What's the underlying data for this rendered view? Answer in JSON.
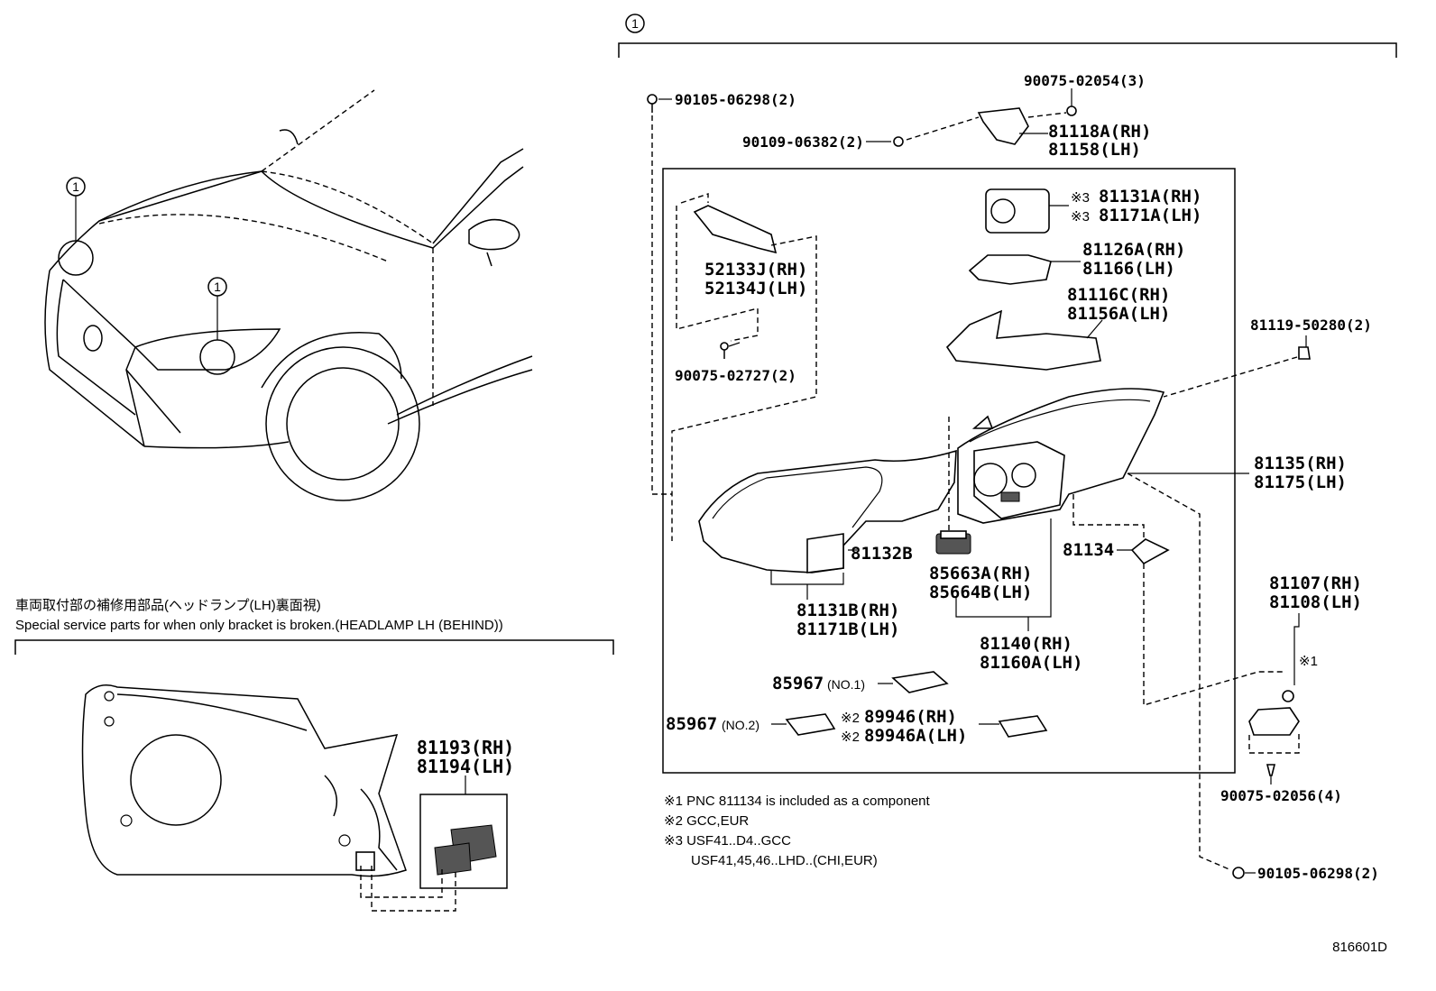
{
  "callout_number": "1",
  "ref_diagram_id": "816601D",
  "bracket_section": {
    "title_jp": "車両取付部の補修用部品(ヘッドランプ(LH)裏面視)",
    "title_en": "Special service parts for when only bracket is broken.(HEADLAMP LH (BEHIND))",
    "parts": [
      "81193(RH)",
      "81194(LH)"
    ]
  },
  "parts": {
    "p90105_top": "90105-06298(2)",
    "p90075_02054": "90075-02054(3)",
    "p90109": "90109-06382(2)",
    "p81118A": "81118A(RH)",
    "p81158": "81158(LH)",
    "p81131A": "81131A(RH)",
    "p81171A": "81171A(LH)",
    "mark3": "※3",
    "p81126A": "81126A(RH)",
    "p81166": "81166(LH)",
    "p81116C": "81116C(RH)",
    "p81156A": "81156A(LH)",
    "p52133J": "52133J(RH)",
    "p52134J": "52134J(LH)",
    "p90075_02727": "90075-02727(2)",
    "p81119": "81119-50280(2)",
    "p81135": "81135(RH)",
    "p81175": "81175(LH)",
    "p81132B": "81132B",
    "p81134": "81134",
    "p85663A": "85663A(RH)",
    "p85664B": "85664B(LH)",
    "p81131B": "81131B(RH)",
    "p81171B": "81171B(LH)",
    "p81140": "81140(RH)",
    "p81160A": "81160A(LH)",
    "p81107": "81107(RH)",
    "p81108": "81108(LH)",
    "mark1": "※1",
    "p85967_1": "85967",
    "p85967_1_note": "(NO.1)",
    "p85967_2": "85967",
    "p85967_2_note": "(NO.2)",
    "mark2": "※2",
    "p89946": "89946(RH)",
    "p89946A": "89946A(LH)",
    "p90075_02056": "90075-02056(4)",
    "p90105_bottom": "90105-06298(2)"
  },
  "notes": [
    "※1 PNC 811134 is included as a component",
    "※2 GCC,EUR",
    "※3 USF41..D4..GCC",
    "USF41,45,46..LHD..(CHI,EUR)"
  ]
}
